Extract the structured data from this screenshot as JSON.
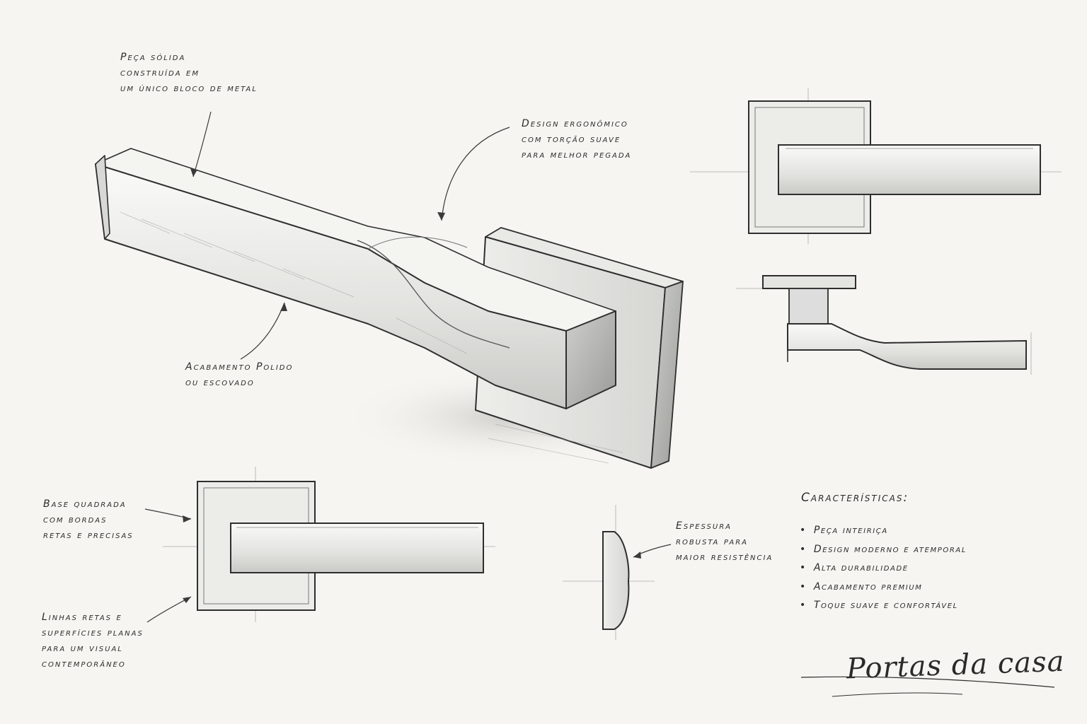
{
  "annotations": {
    "solid_piece": [
      "Peça sólida",
      "construída em",
      "um único bloco de metal"
    ],
    "ergonomic": [
      "Design ergonômico",
      "com torção suave",
      "para melhor pegada"
    ],
    "finish": [
      "Acabamento Polido",
      "ou escovado"
    ],
    "square_base": [
      "Base quadrada",
      "com bordas",
      "retas e precisas"
    ],
    "straight_lines": [
      "Linhas retas e",
      "superfícies planas",
      "para um visual",
      "contemporâneo"
    ],
    "thickness": [
      "Espessura",
      "robusta para",
      "maior resistência"
    ]
  },
  "features": {
    "title": "Características:",
    "items": [
      "Peça inteiriça",
      "Design moderno e atemporal",
      "Alta durabilidade",
      "Acabamento premium",
      "Toque suave e confortável"
    ]
  },
  "signature": "Portas da casa",
  "colors": {
    "paper": "#f6f5f1",
    "ink": "#2a2a2a",
    "shade": "#cfcfcc"
  }
}
